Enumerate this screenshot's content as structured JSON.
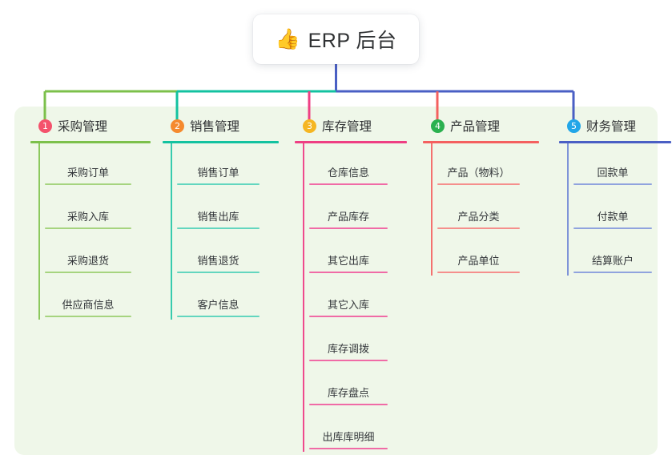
{
  "root": {
    "emoji": "👍",
    "emoji_name": "thumbs-up-icon",
    "title": "ERP 后台"
  },
  "colors": {
    "panel_bg": "#eff7e9",
    "page_bg": "#ffffff",
    "text": "#2f3133",
    "bus_green": "#7cc04b",
    "bus_teal": "#13c2a0",
    "bus_blue": "#4a5fc4",
    "drop_green": "#7cc04b",
    "drop_teal": "#13c2a0",
    "drop_pink": "#ef3f84",
    "drop_red": "#f4605f",
    "drop_blue": "#4a5fc4",
    "root_stem": "#4a5fc4"
  },
  "columns": [
    {
      "index": "1",
      "title": "采购管理",
      "badge_color": "#f4526c",
      "rule_color": "#7cc04b",
      "leaf_color": "#a6d47f",
      "spine_color": "#8cc95e",
      "items": [
        "采购订单",
        "采购入库",
        "采购退货",
        "供应商信息"
      ]
    },
    {
      "index": "2",
      "title": "销售管理",
      "badge_color": "#f58a2e",
      "rule_color": "#13c2a0",
      "leaf_color": "#63d6bf",
      "spine_color": "#37cbae",
      "items": [
        "销售订单",
        "销售出库",
        "销售退货",
        "客户信息"
      ]
    },
    {
      "index": "3",
      "title": "库存管理",
      "badge_color": "#f5b622",
      "rule_color": "#ee3f83",
      "leaf_color": "#f06ba6",
      "spine_color": "#ef4a8d",
      "items": [
        "仓库信息",
        "产品库存",
        "其它出库",
        "其它入库",
        "库存调拨",
        "库存盘点",
        "出库库明细"
      ]
    },
    {
      "index": "4",
      "title": "产品管理",
      "badge_color": "#2bb14f",
      "rule_color": "#f4605f",
      "leaf_color": "#f58f8c",
      "spine_color": "#f4716f",
      "items": [
        "产品（物料）",
        "产品分类",
        "产品单位"
      ]
    },
    {
      "index": "5",
      "title": "财务管理",
      "badge_color": "#22a6e8",
      "rule_color": "#4a5fc4",
      "leaf_color": "#90a3de",
      "spine_color": "#7f94d8",
      "items": [
        "回款单",
        "付款单",
        "结算账户"
      ]
    }
  ]
}
